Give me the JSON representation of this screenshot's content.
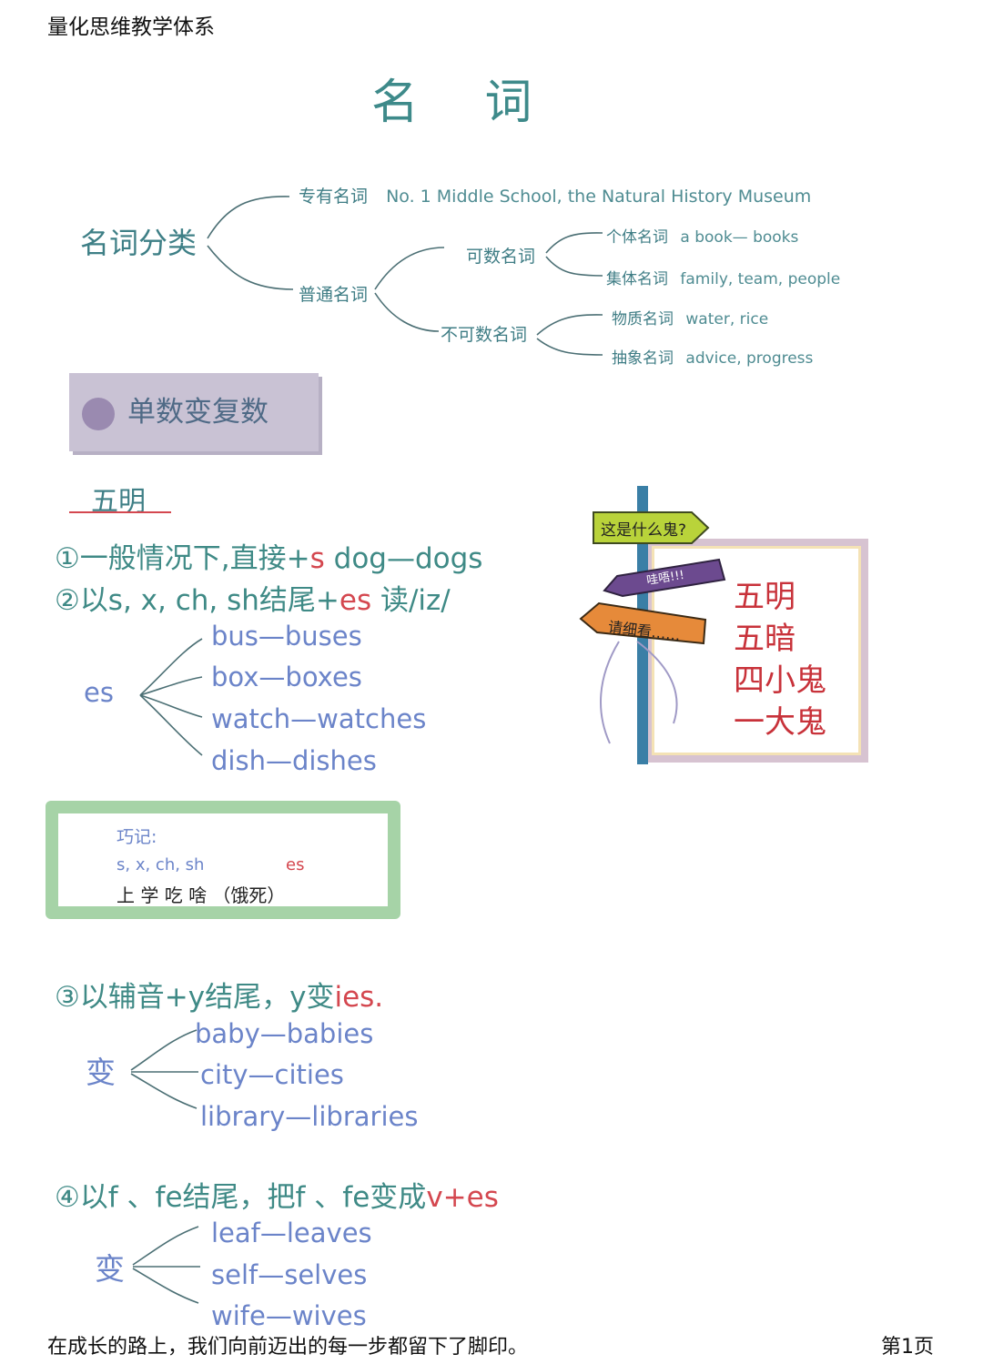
{
  "header": {
    "text": "量化思维教学体系"
  },
  "title": "名 词",
  "classification": {
    "label": "名词分类",
    "proper": {
      "label": "专有名词",
      "example": "No. 1 Middle School, the Natural History Museum"
    },
    "common": {
      "label": "普通名词"
    },
    "countable": {
      "label": "可数名词"
    },
    "uncountable": {
      "label": "不可数名词"
    },
    "individual": {
      "label": "个体名词",
      "example": "a book— books"
    },
    "collective": {
      "label": "集体名词",
      "example": "family, team, people"
    },
    "material": {
      "label": "物质名词",
      "example": "water, rice"
    },
    "abstract": {
      "label": "抽象名词",
      "example": "advice, progress"
    }
  },
  "banner": {
    "text": "单数变复数"
  },
  "section_title": "五明",
  "rule1": {
    "prefix": "①一般情况下,直接+",
    "suffix": "s",
    "example": " dog—dogs"
  },
  "rule2": {
    "prefix": "②以s, x, ch, sh结尾+",
    "suffix": "es",
    "tail": " 读/iz/"
  },
  "es_group": {
    "label": "es",
    "items": [
      "bus—buses",
      "box—boxes",
      "watch—watches",
      "dish—dishes"
    ]
  },
  "memo": {
    "title": "巧记:",
    "letters": "s, x, ch, sh",
    "ending": "es",
    "mnemonic": "上 学 吃 啥  （饿死）"
  },
  "signpost": {
    "arrow1": "这是什么鬼?",
    "arrow2": "哇唔!!!",
    "arrow3": "请细看……",
    "words": [
      "五明",
      "五暗",
      "四小鬼",
      "一大鬼"
    ]
  },
  "rule3": {
    "prefix": "③以辅音+y结尾，y变",
    "suffix": "ies."
  },
  "y_group": {
    "label": "变",
    "items": [
      "baby—babies",
      "city—cities",
      "library—libraries"
    ]
  },
  "rule4": {
    "prefix": "④以f 、fe结尾，把f 、fe变成",
    "suffix": "v+es"
  },
  "f_group": {
    "label": "变",
    "items": [
      "leaf—leaves",
      "self—selves",
      "wife—wives"
    ]
  },
  "footer": {
    "text": "在成长的路上，我们向前迈出的每一步都留下了脚印。",
    "page": "第1页"
  },
  "colors": {
    "teal": "#3e8a8a",
    "blue": "#6b84c9",
    "red": "#d4474f",
    "banner": "#c9c2d4",
    "memo_border": "#a6d3a7"
  }
}
